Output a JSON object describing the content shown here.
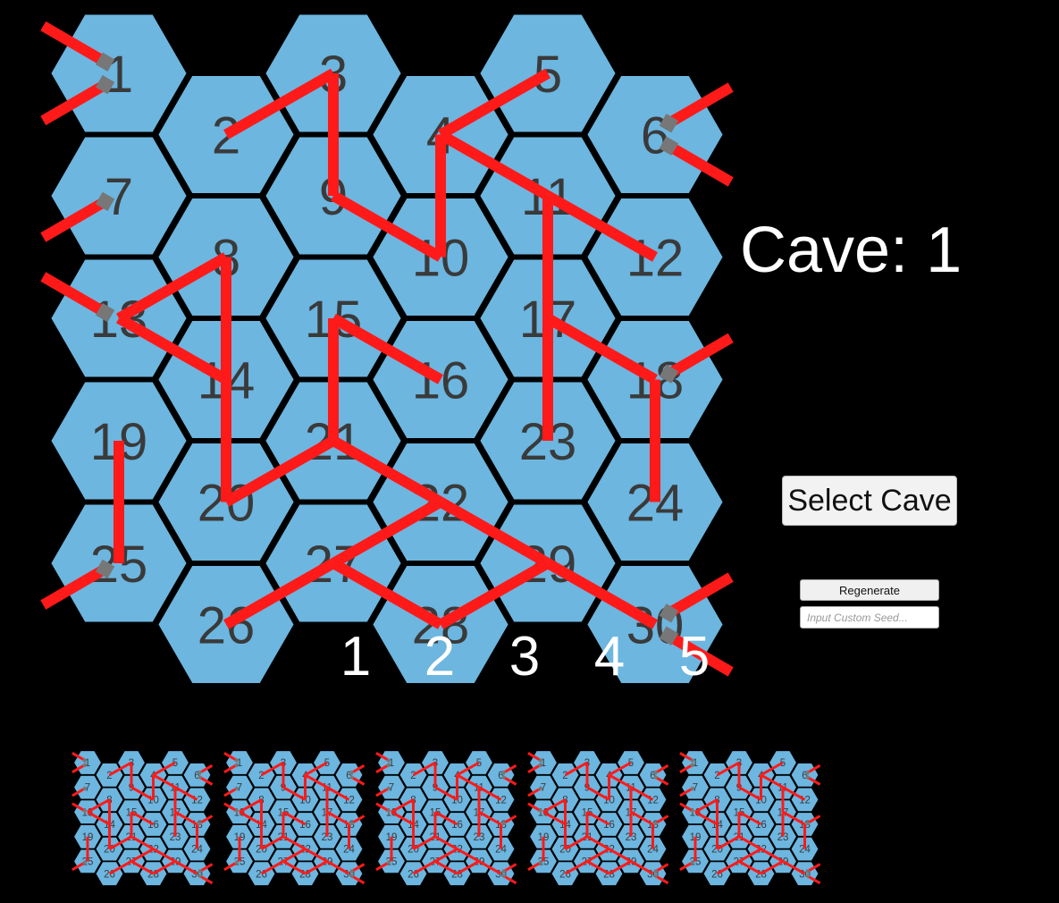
{
  "cave_label": "Cave: 1",
  "select_button_label": "Select Cave",
  "regenerate_button_label": "Regenerate",
  "seed_input_placeholder": "Input Custom Seed...",
  "cave_options": [
    "1",
    "2",
    "3",
    "4",
    "5"
  ],
  "colors": {
    "background": "#000000",
    "hex_fill": "#6cb6e0",
    "hex_border": "#000000",
    "tunnel": "#ff1a1a",
    "portal": "#777777",
    "room_number": "#3a3a3a"
  },
  "rooms": [
    "1",
    "2",
    "3",
    "4",
    "5",
    "6",
    "7",
    "8",
    "9",
    "10",
    "11",
    "12",
    "13",
    "14",
    "15",
    "16",
    "17",
    "18",
    "19",
    "20",
    "21",
    "22",
    "23",
    "24",
    "25",
    "26",
    "27",
    "28",
    "29",
    "30"
  ],
  "tunnels": [
    [
      2,
      3
    ],
    [
      3,
      9
    ],
    [
      9,
      10
    ],
    [
      10,
      4
    ],
    [
      4,
      5
    ],
    [
      4,
      11
    ],
    [
      11,
      12
    ],
    [
      11,
      17
    ],
    [
      17,
      18
    ],
    [
      18,
      24
    ],
    [
      8,
      13
    ],
    [
      8,
      14
    ],
    [
      13,
      14
    ],
    [
      14,
      20
    ],
    [
      15,
      16
    ],
    [
      15,
      21
    ],
    [
      21,
      20
    ],
    [
      21,
      22
    ],
    [
      22,
      27
    ],
    [
      22,
      29
    ],
    [
      27,
      26
    ],
    [
      27,
      28
    ],
    [
      28,
      29
    ],
    [
      29,
      30
    ],
    [
      19,
      25
    ],
    [
      17,
      23
    ]
  ],
  "edge_tunnels": [
    1,
    1,
    7,
    6,
    6,
    13,
    18,
    25,
    30,
    30
  ]
}
